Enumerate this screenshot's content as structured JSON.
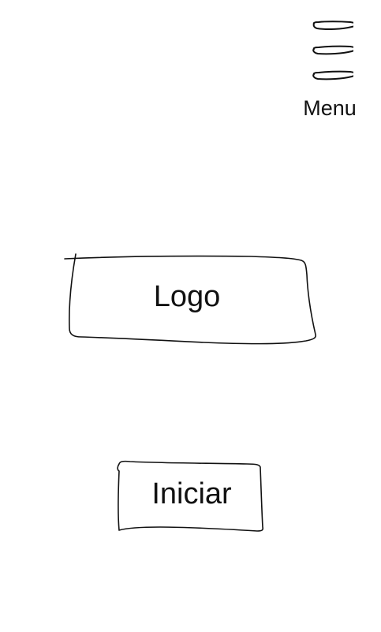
{
  "menu": {
    "label": "Menu",
    "icon": "hamburger-menu-icon"
  },
  "logo": {
    "text": "Logo"
  },
  "start_button": {
    "label": "Iniciar"
  },
  "colors": {
    "background": "#ffffff",
    "ink": "#111111"
  }
}
